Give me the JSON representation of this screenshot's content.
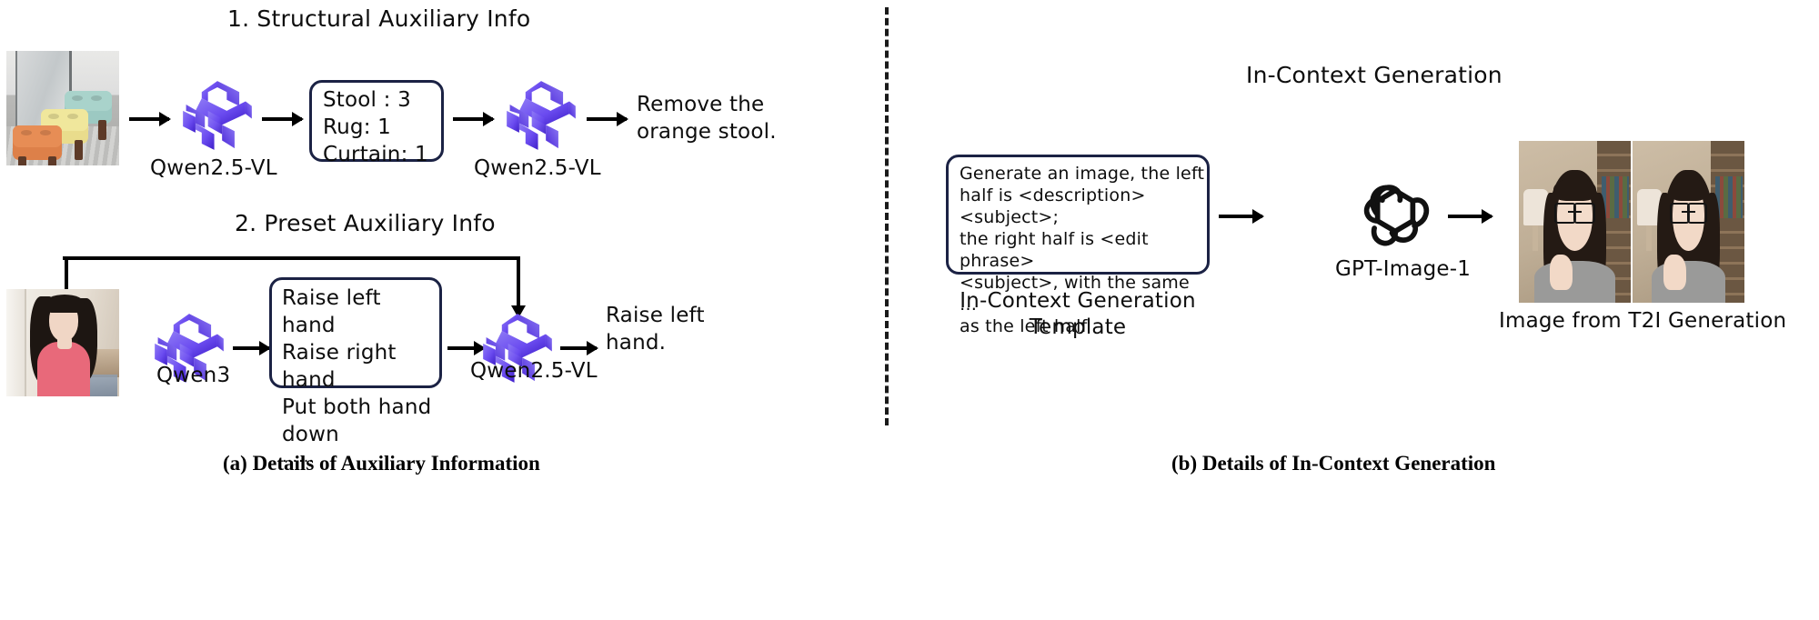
{
  "figure": {
    "panel_a": {
      "caption": "(a) Details of Auxiliary Information",
      "section1": {
        "title": "1. Structural Auxiliary Info",
        "input_image_alt": "photo of three colored stools on a striped rug near a glass door",
        "model1_label": "Qwen2.5-VL",
        "box_lines": [
          "Stool : 3",
          "Rug: 1",
          "Curtain: 1"
        ],
        "model2_label": "Qwen2.5-VL",
        "output_lines": [
          "Remove the",
          "orange stool."
        ]
      },
      "section2": {
        "title": "2. Preset Auxiliary Info",
        "input_image_alt": "portrait photo of a woman in a pink top",
        "model1_label": "Qwen3",
        "box_lines": [
          "Raise left hand",
          "Raise right hand",
          "Put both hand down",
          "……"
        ],
        "model2_label": "Qwen2.5-VL",
        "output_lines": [
          "Raise left",
          "hand."
        ]
      }
    },
    "panel_b": {
      "caption": "(b) Details of In-Context Generation",
      "title": "In-Context Generation",
      "template_box_lines": [
        "Generate an image,  the left",
        "half is <description> <subject>;",
        "the right half is <edit phrase>",
        "<subject>,  with the same …",
        "as the left half"
      ],
      "template_caption_lines": [
        "In-Context Generation",
        "Template"
      ],
      "model_label": "GPT-Image-1",
      "output_caption": "Image from T2I Generation",
      "output_image_alt": "side-by-side generated portraits of a woman with glasses resting chin on hand"
    }
  },
  "colors": {
    "box_border": "#1b2244",
    "arrow": "#000000",
    "divider": "#1a1a1a",
    "qwen_purple": "#6b4cf0",
    "qwen_purple_dark": "#4526d4",
    "qwen_purple_light": "#9b8cf7"
  }
}
